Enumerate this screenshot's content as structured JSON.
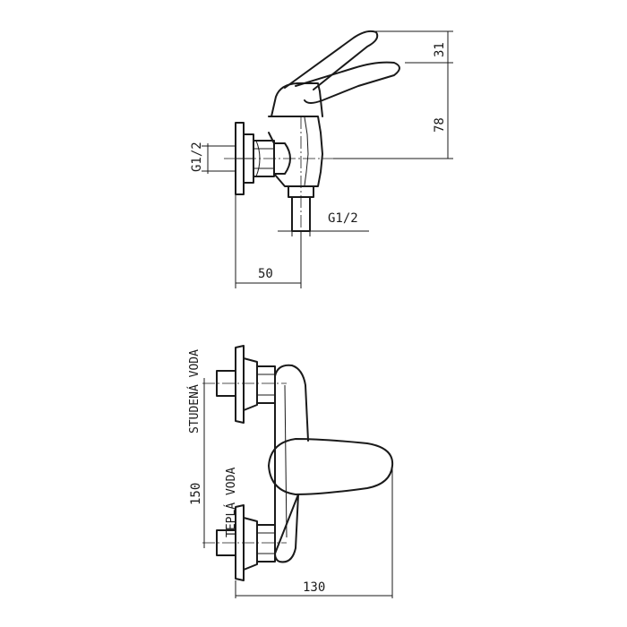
{
  "side_view": {
    "dim_width": "50",
    "dim_lever_rise": "31",
    "dim_height": "78",
    "thread_inlet": "G1/2",
    "thread_outlet": "G1/2"
  },
  "front_view": {
    "dim_inlet_spacing": "150",
    "dim_total_width": "130",
    "label_cold": "STUDENÁ VODA",
    "label_hot": "TEPLÁ VODA"
  },
  "colors": {
    "line": "#1a1a1a",
    "background": "#ffffff"
  }
}
